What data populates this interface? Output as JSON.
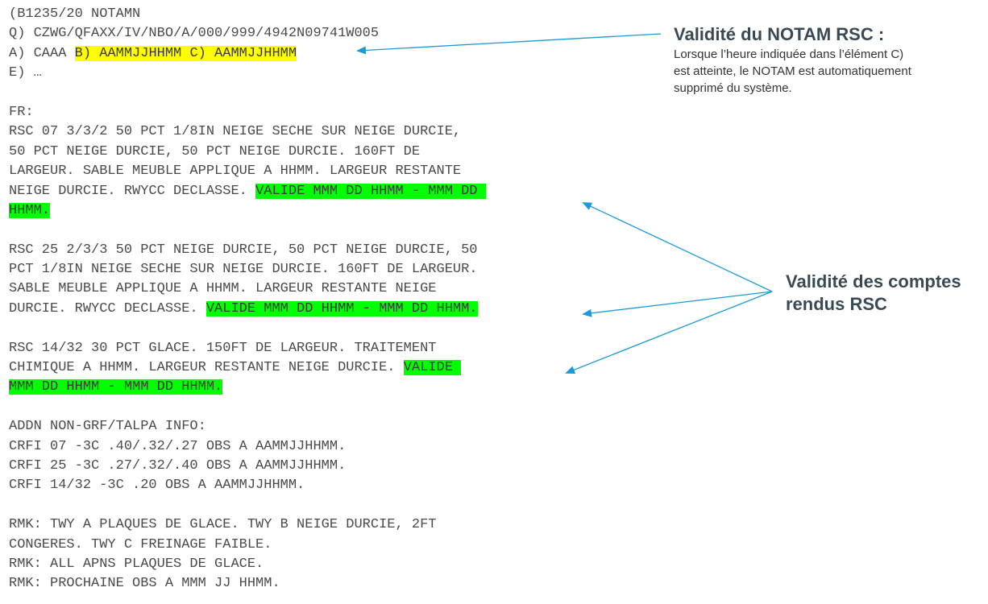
{
  "notam": {
    "header": "(B1235/20 NOTAMN",
    "q_line": "Q) CZWG/QFAXX/IV/NBO/A/000/999/4942N09741W005",
    "a_prefix": "A) CAAA ",
    "a_validity": "B) AAMMJJHHMM C) AAMMJJHHMM",
    "e_line": "E) …",
    "fr_label": "FR:",
    "rsc_07": {
      "l1": "RSC 07 3/3/2 50 PCT 1/8IN NEIGE SECHE SUR NEIGE DURCIE,",
      "l2": "50 PCT NEIGE DURCIE, 50 PCT NEIGE DURCIE. 160FT DE",
      "l3": "LARGEUR. SABLE MEUBLE APPLIQUE A HHMM. LARGEUR RESTANTE",
      "l4_plain": "NEIGE DURCIE. RWYCC DECLASSE. ",
      "l4_valid": "VALIDE MMM DD HHMM - MMM DD ",
      "l5_valid": "HHMM."
    },
    "rsc_25": {
      "l1": "RSC 25 2/3/3 50 PCT NEIGE DURCIE, 50 PCT NEIGE DURCIE, 50",
      "l2": "PCT 1/8IN NEIGE SECHE SUR NEIGE DURCIE. 160FT DE LARGEUR.",
      "l3": "SABLE MEUBLE APPLIQUE A HHMM. LARGEUR RESTANTE NEIGE",
      "l4_plain": "DURCIE. RWYCC DECLASSE. ",
      "l4_valid": "VALIDE MMM DD HHMM - MMM DD HHMM."
    },
    "rsc_1432": {
      "l1": "RSC 14/32 30 PCT GLACE. 150FT DE LARGEUR. TRAITEMENT",
      "l2_plain": "CHIMIQUE A HHMM. LARGEUR RESTANTE NEIGE DURCIE. ",
      "l2_valid": "VALIDE ",
      "l3_valid": "MMM DD HHMM - MMM DD HHMM."
    },
    "addn": {
      "title": "ADDN NON-GRF/TALPA INFO:",
      "l1": "CRFI 07 -3C .40/.32/.27 OBS A AAMMJJHHMM.",
      "l2": "CRFI 25 -3C .27/.32/.40 OBS A AAMMJJHHMM.",
      "l3": "CRFI 14/32 -3C .20 OBS A AAMMJJHHMM."
    },
    "rmk": {
      "l1": "RMK: TWY A PLAQUES DE GLACE. TWY B NEIGE DURCIE, 2FT",
      "l2": "CONGERES. TWY C FREINAGE FAIBLE.",
      "l3": "RMK: ALL APNS PLAQUES DE GLACE.",
      "l4": "RMK: PROCHAINE OBS A MMM JJ HHMM."
    }
  },
  "callouts": {
    "notam_validity": {
      "title": "Validité du NOTAM RSC :",
      "body_l1": "Lorsque l’heure indiquée dans l’élément C)",
      "body_l2": "est atteinte, le NOTAM est automatiquement",
      "body_l3": "supprimé du système."
    },
    "rsc_validity": {
      "title_l1": "Validité des comptes",
      "title_l2": "rendus RSC"
    }
  },
  "colors": {
    "highlight_yellow": "#ffff00",
    "highlight_green": "#00ff00",
    "arrow": "#1a9ad6",
    "text": "#4a4a4a"
  }
}
